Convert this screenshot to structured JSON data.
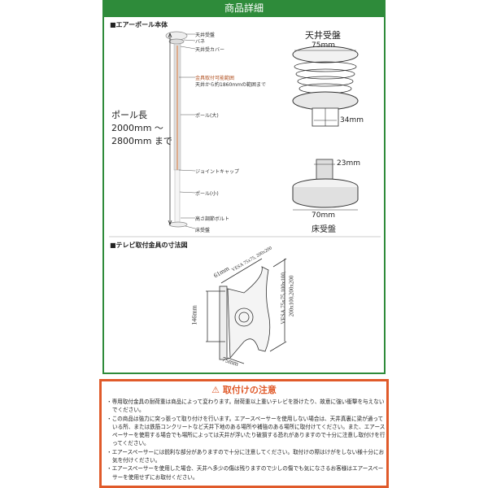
{
  "header": {
    "title": "商品詳細"
  },
  "pole_section": {
    "heading": "■エアーポール本体",
    "labels": {
      "ceiling_plate": "天井受盤",
      "spring": "バネ",
      "ceiling_cover": "天井受カバー",
      "mount_range_1": "金具取付可能範囲",
      "mount_range_2": "天井から約1860mmの範囲まで",
      "pole_large": "ポール(大)",
      "joint_cap": "ジョイントキャップ",
      "pole_small": "ポール(小)",
      "height_bolt": "高さ調節ボルト",
      "floor_plate": "床受盤"
    },
    "length_title": "ポール長",
    "length_range_1": "2000mm ～",
    "length_range_2": "2800mm まで",
    "ceiling_detail": {
      "title": "天井受盤",
      "diameter": "75mm",
      "pole_dia": "34mm"
    },
    "floor_detail": {
      "title": "床受盤",
      "diameter": "70mm",
      "bolt": "23mm"
    }
  },
  "mount_section": {
    "heading": "■テレビ取付金具の寸法図",
    "depth": "61mm",
    "vesa_small": "VESA 75x75, 200x200",
    "height": "146mm",
    "width": "75mm",
    "vesa_large_1": "VESA 75x75,100x100,",
    "vesa_large_2": "200x100,200x200"
  },
  "warning": {
    "title": "取付けの注意",
    "icon": "warning-triangle-icon",
    "items": [
      "専用取付金具の耐荷重は商品によって変わります。耐荷重以上重いテレビを掛けたり、故意に強い衝撃を与えないでください。",
      "この商品は強力に突っ張って取り付けを行います。エアースペーサーを使用しない場合は、天井真裏に梁が通っている所、または鉄筋コンクリートなど天井下地のある場所や補強のある場所に取付けてください。また、エアースペーサーを使用する場合でも場所によっては天井が浮いたり破損する恐れがありますので十分に注意し取付けを行ってください。",
      "エアースペーサーには鋭利な部分がありますので十分に注意してください。取付けの際はけがをしない様十分にお気を付けください。",
      "エアースペーサーを使用した場合、天井へ多少の傷は残りますので少しの傷でも気になさるお客様はエアースペーサーを使用せずにお取付ください。"
    ]
  },
  "colors": {
    "header_green": "#2e8b3a",
    "warning_red": "#e05a2a",
    "pole_orange": "#e07a3a"
  }
}
